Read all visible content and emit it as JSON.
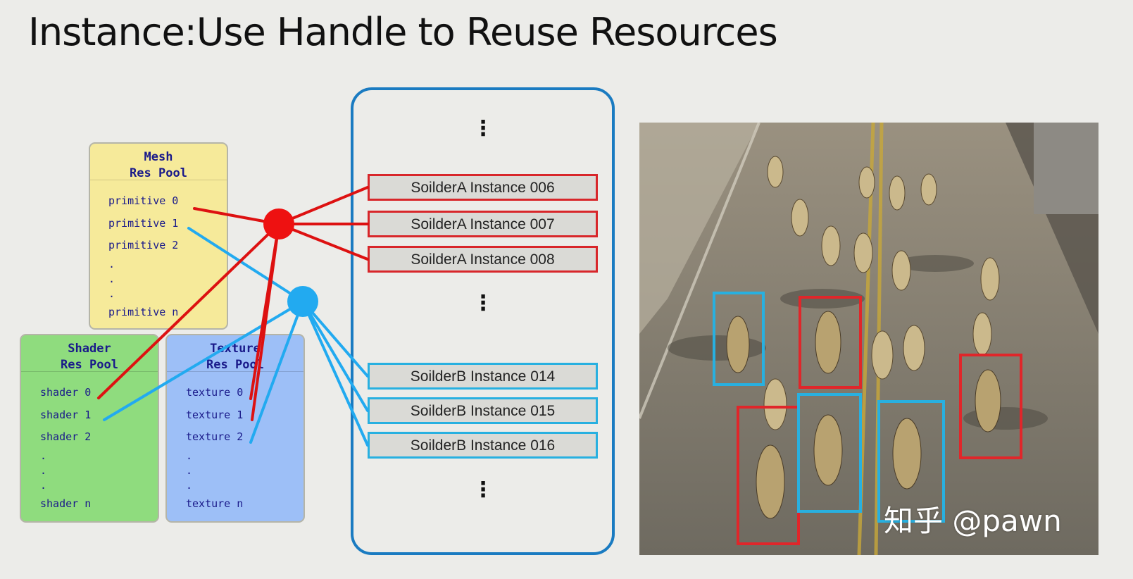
{
  "title": "Instance:Use Handle to Reuse Resources",
  "mesh_pool": {
    "title_line1": "Mesh",
    "title_line2": "Res Pool",
    "items": [
      "primitive 0",
      "primitive 1",
      "primitive 2"
    ],
    "last": "primitive n"
  },
  "shader_pool": {
    "title_line1": "Shader",
    "title_line2": "Res Pool",
    "items": [
      "shader 0",
      "shader 1",
      "shader 2"
    ],
    "last": "shader n"
  },
  "texture_pool": {
    "title_line1": "Texture",
    "title_line2": "Res Pool",
    "items": [
      "texture 0",
      "texture 1",
      "texture 2"
    ],
    "last": "texture n"
  },
  "instances_a": [
    "SoilderA Instance 006",
    "SoilderA Instance 007",
    "SoilderA Instance 008"
  ],
  "instances_b": [
    "SoilderB Instance 014",
    "SoilderB Instance 015",
    "SoilderB Instance 016"
  ],
  "ellipsis": "⋮",
  "colors": {
    "handle_a": "#ee1111",
    "handle_b": "#22aaf0",
    "panel_border": "#1a7bc1"
  },
  "watermark": "知乎 @pawn"
}
